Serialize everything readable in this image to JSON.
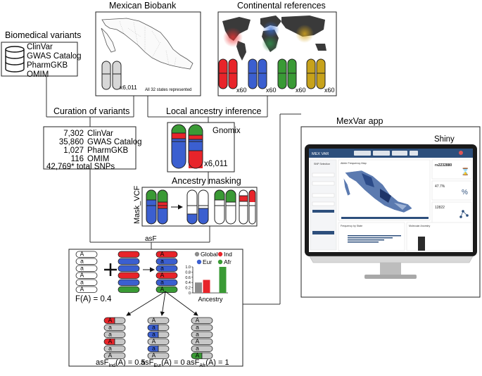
{
  "titles": {
    "biomedical": "Biomedical variants",
    "biobank": "Mexican Biobank",
    "continental": "Continental references",
    "curation": "Curation of variants",
    "local_ancestry": "Local ancestry inference",
    "mexvar": "MexVar app",
    "masking": "Ancestry masking",
    "mask_vcf": "Mask_VCF",
    "asf": "asF",
    "shiny": "Shiny"
  },
  "databases": [
    "ClinVar",
    "GWAS Catalog",
    "PharmGKB",
    "OMIM"
  ],
  "biobank": {
    "count": "x6,011",
    "note": "All 32 states represented"
  },
  "continental_counts": [
    "x60",
    "x60",
    "x60",
    "x60"
  ],
  "curation_rows": [
    {
      "count": "7,302",
      "name": "ClinVar"
    },
    {
      "count": "35,860",
      "name": "GWAS Catalog"
    },
    {
      "count": "1,027",
      "name": "PharmGKB"
    },
    {
      "count": "116",
      "name": "OMIM"
    }
  ],
  "curation_total": "42,769* total SNPs",
  "gnomix": {
    "label": "Gnomix",
    "count": "x6,011"
  },
  "allele_freq": "F(A) = 0.4",
  "alleles": {
    "A": "A",
    "a": "a"
  },
  "legend": [
    "Global",
    "Ind",
    "Eur",
    "Afr"
  ],
  "bar_chart": {
    "ticks": [
      "1.0",
      "0.8",
      "0.6",
      "0.4",
      "0.2",
      "0"
    ],
    "xlabel": "Ancestry"
  },
  "chart_data": {
    "type": "bar",
    "categories": [
      "Global",
      "Ind",
      "Eur",
      "Afr"
    ],
    "values": [
      0.4,
      0.5,
      0.0,
      1.0
    ],
    "xlabel": "Ancestry",
    "ylim": [
      0,
      1.0
    ]
  },
  "asf_results": [
    {
      "prefix": "asF",
      "sub": "Ind",
      "rest": "(A) = 0.5"
    },
    {
      "prefix": "asF",
      "sub": "Eur",
      "rest": "(A) = 0"
    },
    {
      "prefix": "asF",
      "sub": "Afr",
      "rest": "(A) = 1"
    }
  ],
  "app": {
    "logo": "MEX VAR",
    "snp_id": "rs2232880",
    "stat_pct": "47.7%",
    "stat_count": "12822",
    "panel_map": "Allele Frequency Map",
    "panel_left": "SNP Selection",
    "panel_freq": "Frequency by State",
    "panel_anc": "Molecular Ancestry"
  },
  "colors": {
    "ind": "#e8242a",
    "eur": "#3b5fd0",
    "afr": "#3a9a35",
    "eas": "#c7a21b",
    "global": "#8c8c8c",
    "white": "#ffffff",
    "gray": "#c8c8c8"
  }
}
